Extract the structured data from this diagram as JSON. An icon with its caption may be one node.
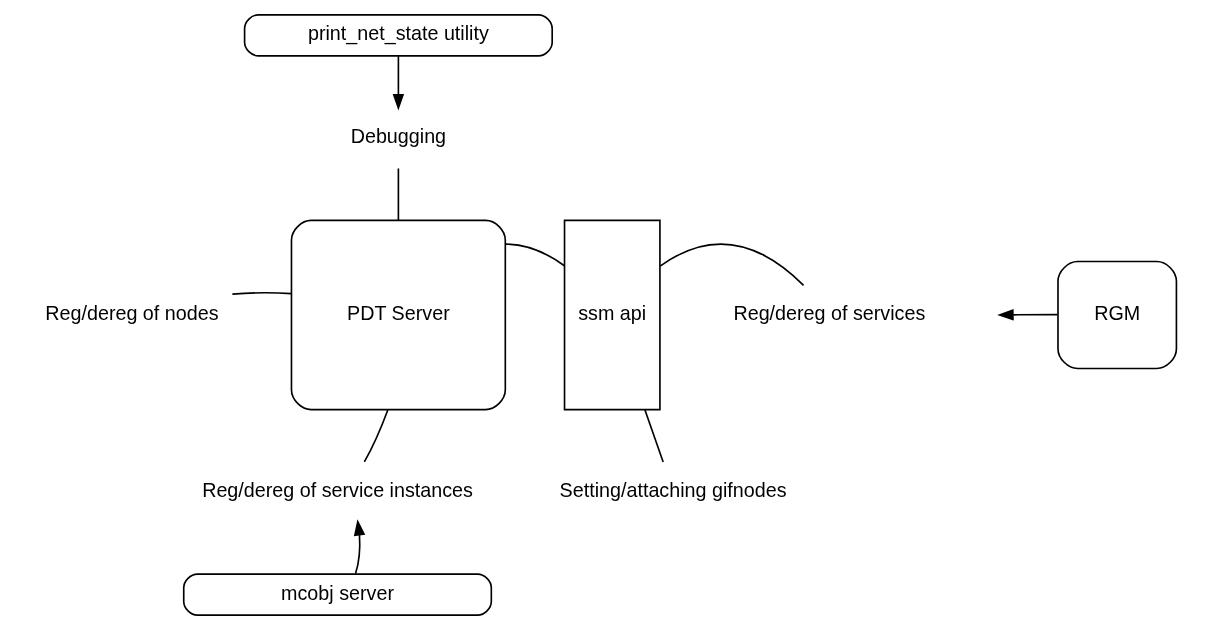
{
  "diagram": {
    "nodes": [
      {
        "text": [
          "print_net_state utility"
        ]
      },
      {
        "text": [
          "Debugging"
        ]
      },
      {
        "text": [
          "Reg/dereg of nodes"
        ]
      },
      {
        "text": [
          "PDT Server"
        ]
      },
      {
        "text": [
          "ssm api"
        ]
      },
      {
        "text": [
          "Reg/dereg of services"
        ]
      },
      {
        "text": [
          "Setting/attaching gifnodes"
        ]
      },
      {
        "text": [
          "RGM"
        ]
      },
      {
        "text": [
          "Reg/dereg of service instances"
        ]
      },
      {
        "text": [
          "mcobj server"
        ]
      }
    ],
    "edges": [
      {
        "from": 0,
        "to": 1,
        "arrow": "to"
      },
      {
        "from": 1,
        "to": 3,
        "arrow": "none"
      },
      {
        "from": 2,
        "to": 3,
        "arrow": "none"
      },
      {
        "from": 3,
        "to": 4,
        "arrow": "none"
      },
      {
        "from": 4,
        "to": 5,
        "arrow": "none"
      },
      {
        "from": 4,
        "to": 6,
        "arrow": "none"
      },
      {
        "from": 7,
        "to": null,
        "arrow": "to"
      },
      {
        "from": 8,
        "to": 3,
        "arrow": "none"
      },
      {
        "from": 9,
        "to": 8,
        "arrow": "to"
      }
    ]
  }
}
